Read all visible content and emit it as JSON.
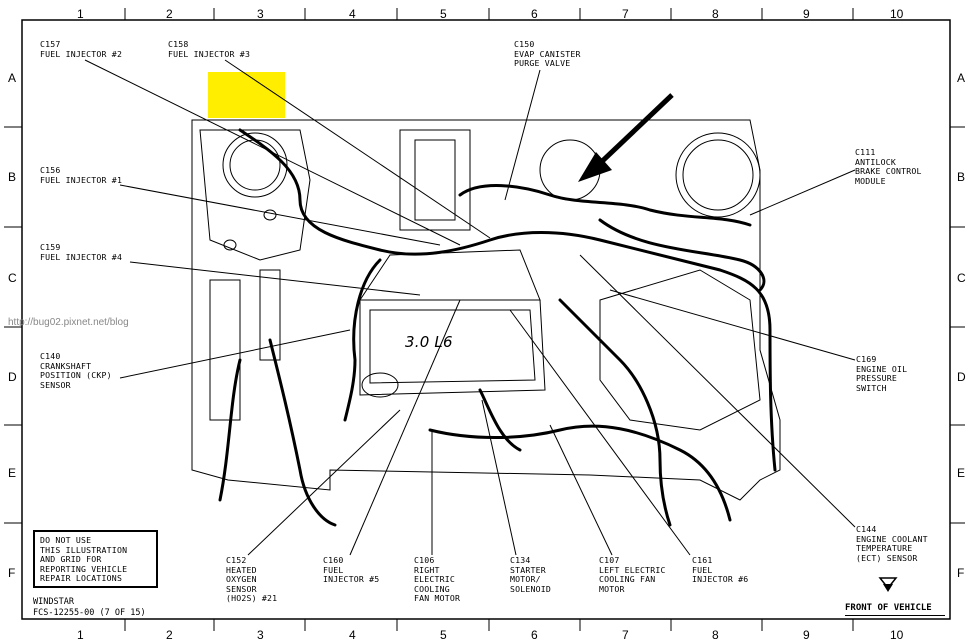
{
  "grid": {
    "columns": [
      "1",
      "2",
      "3",
      "4",
      "5",
      "6",
      "7",
      "8",
      "9",
      "10"
    ],
    "rows": [
      "A",
      "B",
      "C",
      "D",
      "E",
      "F"
    ]
  },
  "callouts": {
    "c157": {
      "id": "C157",
      "name": "FUEL INJECTOR #2"
    },
    "c158": {
      "id": "C158",
      "name": "FUEL INJECTOR #3"
    },
    "c150": {
      "id": "C150",
      "name": "EVAP CANISTER\nPURGE VALVE"
    },
    "c111": {
      "id": "C111",
      "name": "ANTILOCK\nBRAKE CONTROL\nMODULE"
    },
    "c156": {
      "id": "C156",
      "name": "FUEL INJECTOR #1"
    },
    "c159": {
      "id": "C159",
      "name": "FUEL INJECTOR #4"
    },
    "c140": {
      "id": "C140",
      "name": "CRANKSHAFT\nPOSITION (CKP)\nSENSOR"
    },
    "c169": {
      "id": "C169",
      "name": "ENGINE OIL\nPRESSURE\nSWITCH"
    },
    "c144": {
      "id": "C144",
      "name": "ENGINE COOLANT\nTEMPERATURE\n(ECT) SENSOR"
    },
    "c152": {
      "id": "C152",
      "name": "HEATED\nOXYGEN\nSENSOR\n(HO2S) #21"
    },
    "c160": {
      "id": "C160",
      "name": "FUEL\nINJECTOR #5"
    },
    "c106": {
      "id": "C106",
      "name": "RIGHT\nELECTRIC\nCOOLING\nFAN MOTOR"
    },
    "c134": {
      "id": "C134",
      "name": "STARTER\nMOTOR/\nSOLENOID"
    },
    "c107": {
      "id": "C107",
      "name": "LEFT ELECTRIC\nCOOLING FAN\nMOTOR"
    },
    "c161": {
      "id": "C161",
      "name": "FUEL\nINJECTOR #6"
    }
  },
  "engine_label": "3.0 L6",
  "note": "DO NOT USE\nTHIS ILLUSTRATION\nAND GRID FOR\nREPORTING VEHICLE\nREPAIR LOCATIONS",
  "footer": {
    "vehicle": "WINDSTAR",
    "code": "FCS-12255-00  (7 OF 15)"
  },
  "front_of_vehicle": "FRONT OF VEHICLE",
  "watermark": "http://bug02.pixnet.net/blog",
  "colors": {
    "highlight": "#ffee00",
    "line": "#000000"
  }
}
